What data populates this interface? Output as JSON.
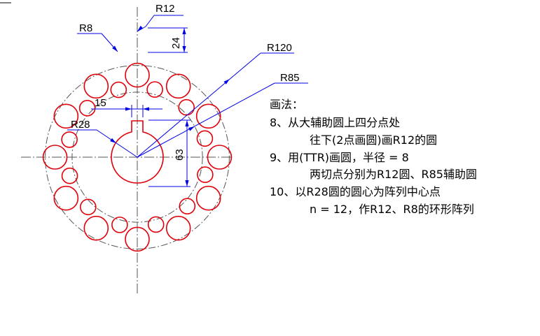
{
  "drawing": {
    "colors": {
      "geometry": "#e0000a",
      "dimension": "#0000e6",
      "centerline": "#555555",
      "text": "#000000"
    },
    "labels": {
      "r12": "R12",
      "r8": "R8",
      "r120": "R120",
      "r85": "R85",
      "r28": "R28",
      "dim24": "24",
      "dim15": "15",
      "dim63": "63"
    }
  },
  "notes": {
    "heading": "画法：",
    "step8a": "8、从大辅助圆上四分点处",
    "step8b": "往下(2点画圆)画R12的圆",
    "step9a": "9、用(TTR)画圆，半径 = 8",
    "step9b": "两切点分别为R12圆、R85辅助圆",
    "step10a": "10、以R28圆的圆心为阵列中心点",
    "step10b": "n = 12，作R12、R8的环形阵列"
  }
}
